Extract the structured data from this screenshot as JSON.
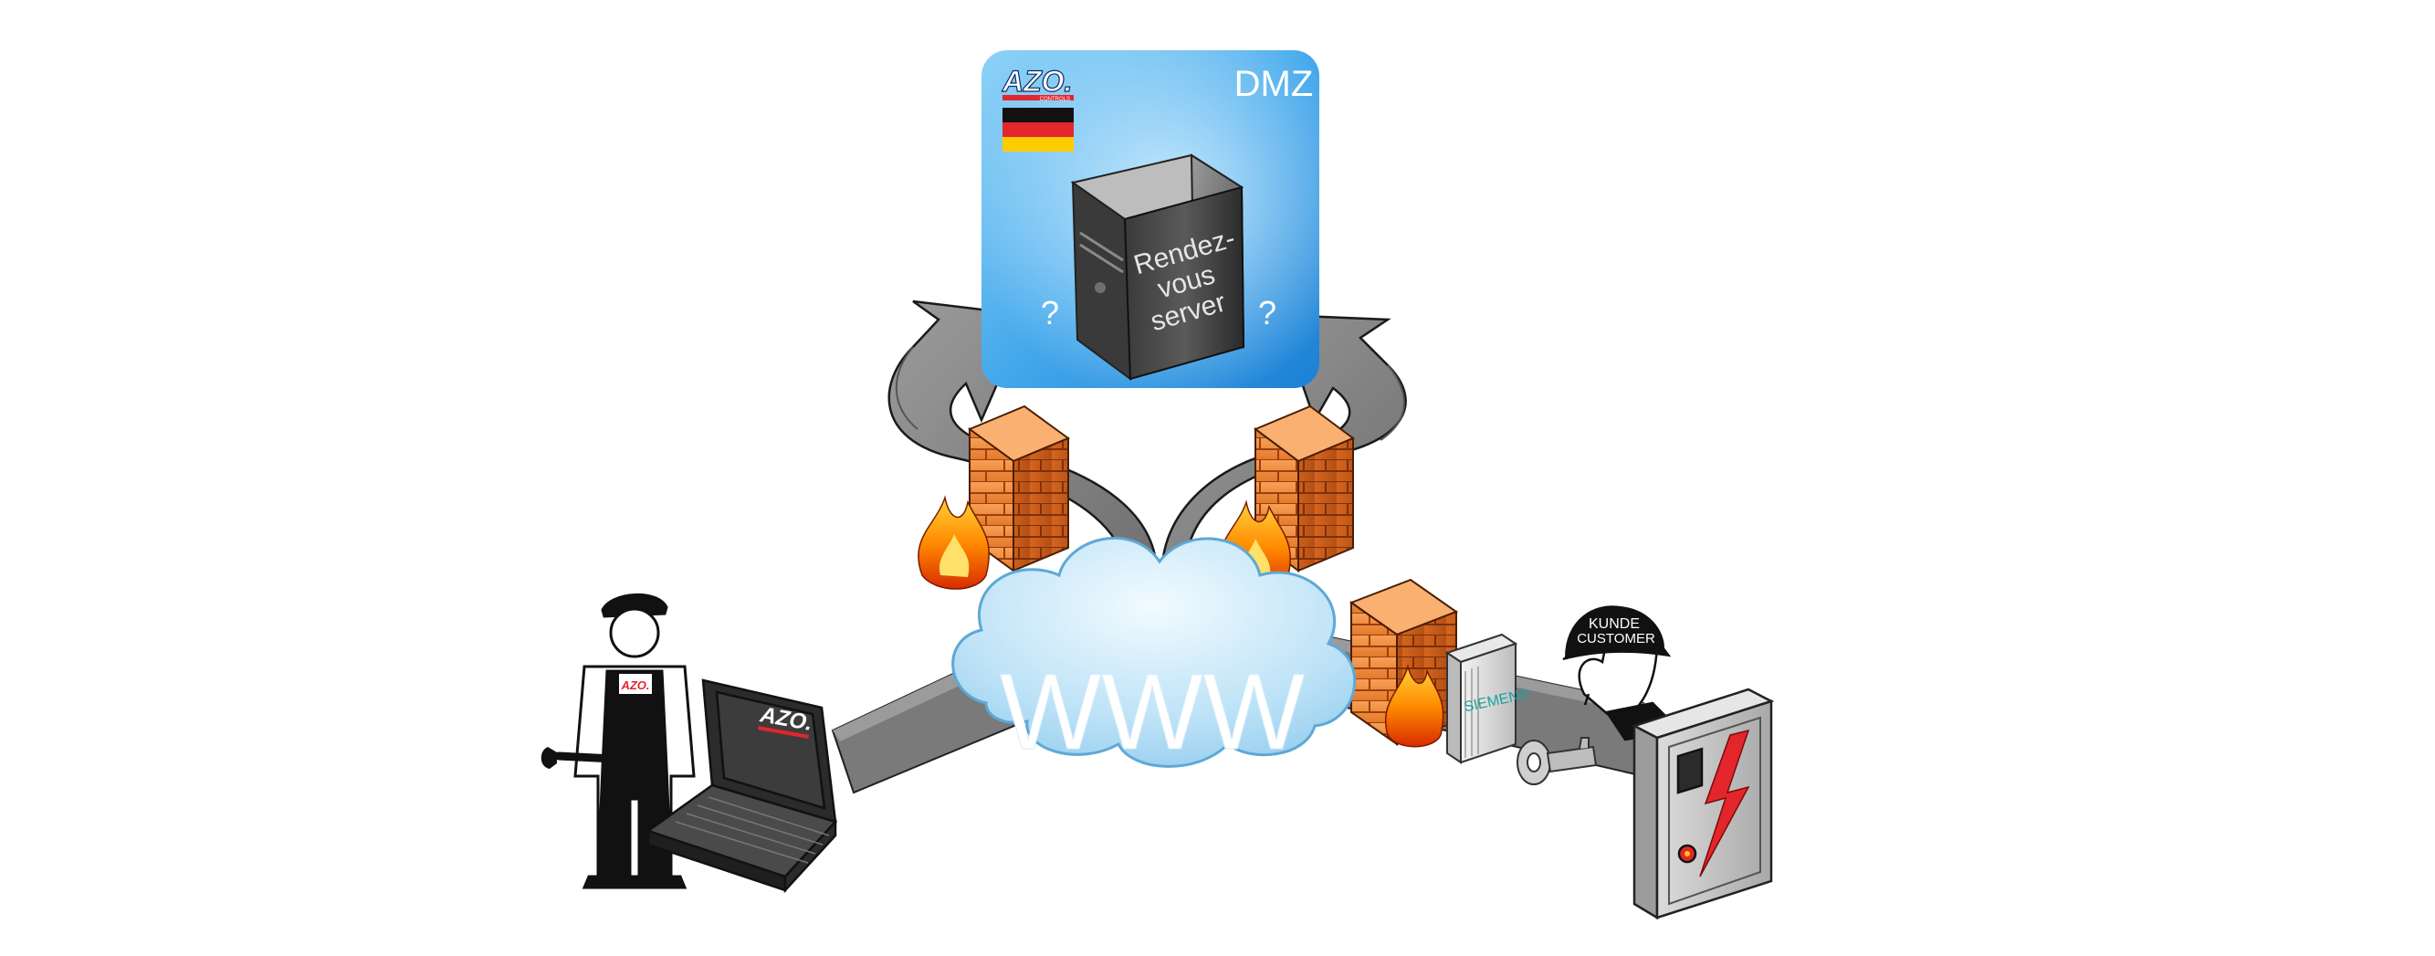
{
  "dmz": {
    "label": "DMZ",
    "logo_text": "AZO.",
    "logo_subtext": "CONTROLS",
    "query_left": "?",
    "query_right": "?"
  },
  "server": {
    "label_line1": "Rendez-",
    "label_line2": "vous",
    "label_line3": "server"
  },
  "cloud": {
    "label": "WWW"
  },
  "laptop": {
    "logo_text": "AZO."
  },
  "technician": {
    "badge_text": "AZO."
  },
  "plc": {
    "brand": "SIEMENS"
  },
  "customer": {
    "helmet_line1": "KUNDE",
    "helmet_line2": "CUSTOMER"
  },
  "colors": {
    "dmz_blue_light": "#7cc9f2",
    "dmz_blue_dark": "#1784d6",
    "arrow_gray": "#8e8e8e",
    "cloud_blue": "#bfe3f7",
    "firewall_orange": "#f08a3c",
    "flame_orange": "#ff7a00",
    "flame_yellow": "#ffd23a",
    "lightning_red": "#e3262b"
  },
  "icons": [
    "server-tower-icon",
    "firewall-icon",
    "flame-icon",
    "laptop-icon",
    "technician-icon",
    "wrench-icon",
    "key-icon",
    "plc-module-icon",
    "control-cabinet-icon",
    "lightning-icon",
    "flag-germany-icon",
    "customer-helmet-icon"
  ]
}
